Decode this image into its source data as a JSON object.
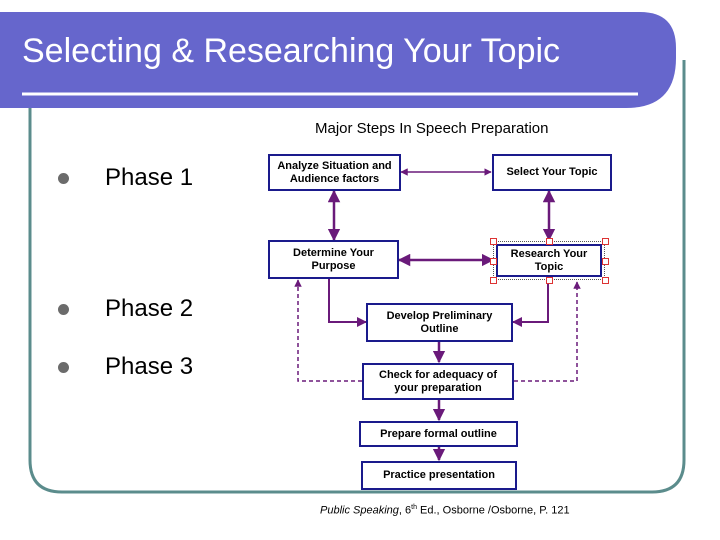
{
  "slide": {
    "title": "Selecting & Researching Your Topic",
    "bullets": [
      "Phase 1",
      "Phase 2",
      "Phase 3"
    ]
  },
  "diagram": {
    "title": "Major Steps In Speech Preparation",
    "nodes": {
      "analyze": "Analyze Situation and\nAudience factors",
      "select": "Select Your Topic",
      "determine": "Determine Your\nPurpose",
      "research": "Research Your\nTopic",
      "develop": "Develop Preliminary\nOutline",
      "check": "Check for adequacy of\nyour preparation",
      "prepare": "Prepare formal outline",
      "practice": "Practice presentation"
    }
  },
  "citation": {
    "work": "Public Speaking",
    "edition_num": ", 6",
    "edition_sup": "th",
    "rest": " Ed., Osborne /Osborne, P. 121"
  },
  "colors": {
    "header": "#6666cc",
    "frame": "#5b8c8c",
    "arrow": "#6a1a7a",
    "box_border": "#1a1a8c"
  }
}
